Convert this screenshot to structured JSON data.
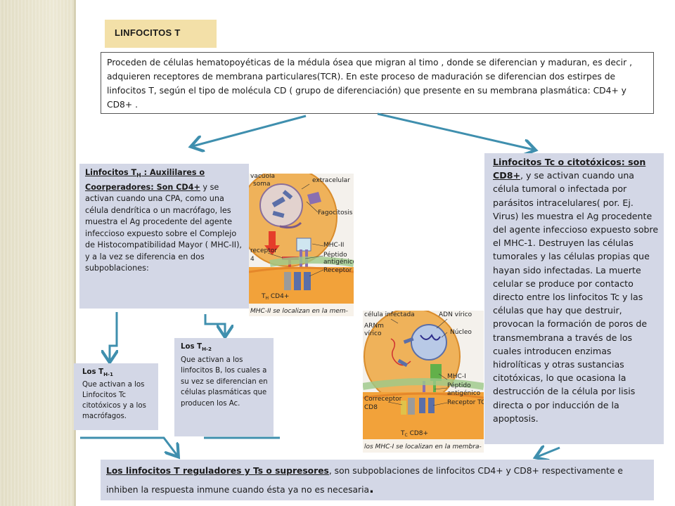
{
  "title": "LINFOCITOS T",
  "intro": "Proceden de células hematopoyéticas de la médula ósea que migran al timo , donde se diferencian y maduran, es decir , adquieren receptores de membrana particulares(TCR). En este proceso de maduración se diferencian dos estirpes de linfocitos T, según el tipo de molécula CD ( grupo de diferenciación) que presente en su membrana plasmática: CD4+ y CD8+ .",
  "th": {
    "heading_prefix": "Linfocitos T",
    "heading_sub": "H",
    "heading_rest": " : Auxililares o Coorperadores: Son CD4+",
    "body": " y se activan cuando una CPA, como una célula dendrítica o un macrófago, les muestra el Ag procedente del agente infeccioso expuesto sobre el Complejo de Histocompatibilidad Mayor ( MHC-II), y a la vez se diferencia en dos subpoblaciones:"
  },
  "tc": {
    "heading": "Linfocitos Tc o citotóxicos: son CD8+",
    "body": ", y se activan cuando una célula tumoral o infectada por parásitos intracelulares( por. Ej. Virus) les muestra el Ag procedente del agente infeccioso expuesto sobre el MHC-1. Destruyen las células tumorales y las células propias que hayan sido infectadas. La muerte celular se produce por contacto directo entre los linfocitos Tc y las células que hay que destruir, provocan la formación de poros de transmembrana a través de los cuales introducen enzimas hidrolíticas y otras sustancias citotóxicas, lo que ocasiona la destrucción de la célula por lisis directa o por inducción de la apoptosis."
  },
  "th1": {
    "heading_prefix": "Los T",
    "heading_sub": "H-1",
    "body": "Que activan a los Linfocitos Tc citotóxicos y a los macrófagos."
  },
  "th2": {
    "heading_prefix": "Los T",
    "heading_sub": "H-2",
    "body": "Que activan a los linfocitos B, los cuales a su vez se diferencian en células plasmáticas que producen los Ac."
  },
  "bottom": {
    "heading": "Los linfocitos T reguladores y Ts o supresores",
    "body": ", son subpoblaciones de linfocitos CD4+ y CD8+ respectivamente e inhiben la respuesta inmune cuando ésta ya no es necesaria",
    "end": "."
  },
  "figure_th": {
    "labels": {
      "top_cut": "vacuola",
      "extracelular": "extracelular",
      "soma": "soma",
      "fagocitosis": "Fagocitosis",
      "mhc": "MHC-II",
      "peptido": "Péptido",
      "antigenico": "antigénico",
      "receptor_tcr": "Receptor TCR",
      "correceptor": "receptor",
      "cd_num": "4",
      "cell": "T",
      "cell_sub": "H",
      "cell_rest": " CD4+",
      "caption": "MHC-II se localizan en la mem-"
    }
  },
  "figure_tc": {
    "labels": {
      "infectada": "célula infectada",
      "adn": "ADN vírico",
      "arnm": "ARNm",
      "virico": "vírico",
      "nucleo": "Núcleo",
      "mhc": "MHC-I",
      "peptido": "Péptido",
      "antigenico": "antigénico",
      "receptor_tcr": "Receptor TCR",
      "correceptor": "Correceptor",
      "cd8": "CD8",
      "cell": "T",
      "cell_sub": "C",
      "cell_rest": " CD8+",
      "caption": "los MHC-I se localizan en la membra-"
    }
  },
  "colors": {
    "arrow": "#3f8fae",
    "panel": "#d3d7e6",
    "title_bg": "#f3e0a8",
    "cell": "#efb25a",
    "cell_dark": "#d98c2c"
  }
}
